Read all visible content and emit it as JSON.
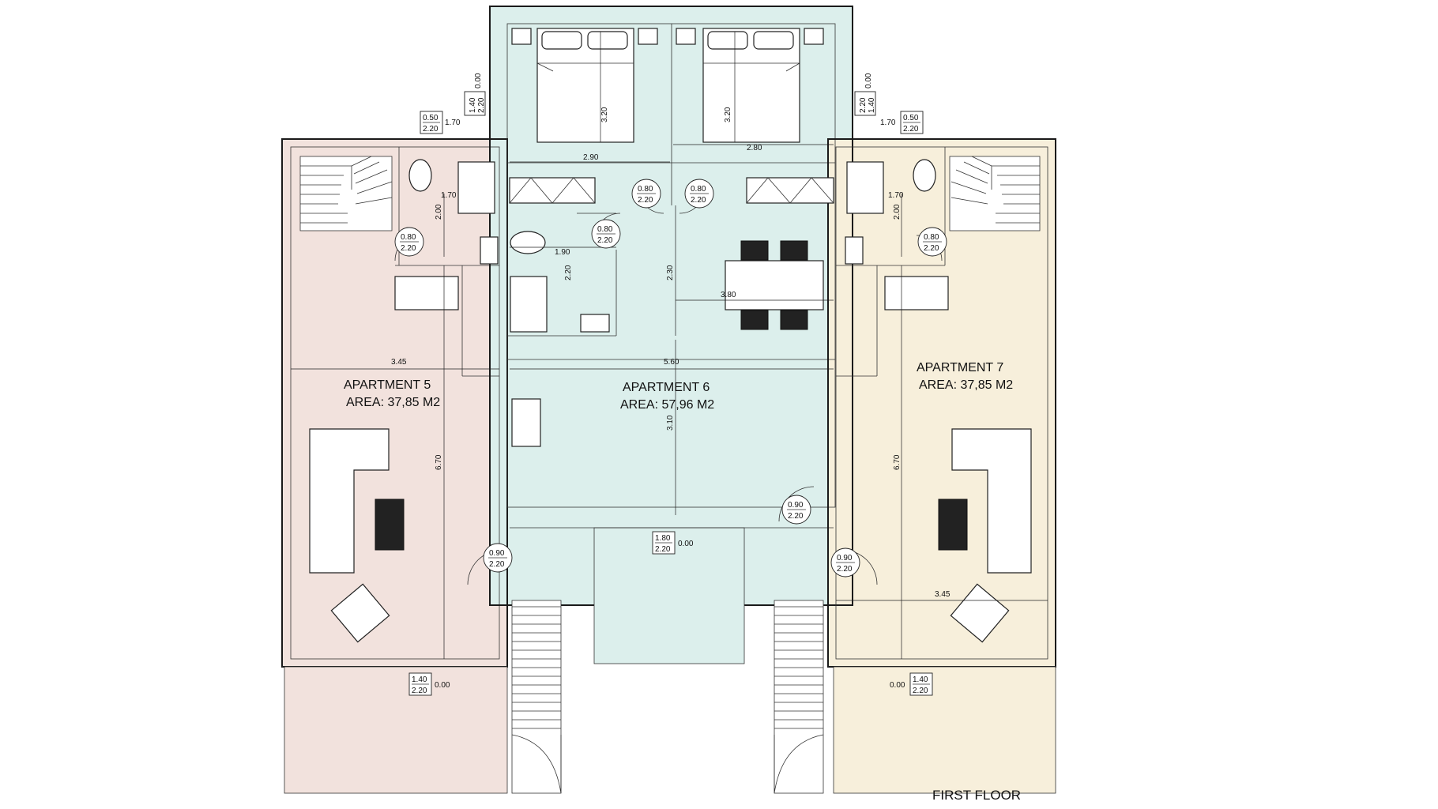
{
  "floor_label": "FIRST FLOOR",
  "apartments": [
    {
      "name": "APARTMENT 5",
      "area": "AREA: 37,85 M2",
      "fill": "#f2e2dd"
    },
    {
      "name": "APARTMENT 6",
      "area": "AREA: 57,96 M2",
      "fill": "#dcefec"
    },
    {
      "name": "APARTMENT 7",
      "area": "AREA: 37,85 M2",
      "fill": "#f7efdb"
    }
  ],
  "dimensions": [
    {
      "text": "3.20"
    },
    {
      "text": "3.20"
    },
    {
      "text": "2.90"
    },
    {
      "text": "2.80"
    },
    {
      "text": "1.70"
    },
    {
      "text": "1.70"
    },
    {
      "text": "2.00"
    },
    {
      "text": "2.00"
    },
    {
      "text": "1.90"
    },
    {
      "text": "2.20"
    },
    {
      "text": "2.30"
    },
    {
      "text": "3.80"
    },
    {
      "text": "3.45"
    },
    {
      "text": "5.60"
    },
    {
      "text": "3.10"
    },
    {
      "text": "6.70"
    },
    {
      "text": "6.70"
    },
    {
      "text": "3.45"
    }
  ],
  "door_tags": [
    {
      "top": "0.80",
      "bottom": "2.20"
    },
    {
      "top": "0.80",
      "bottom": "2.20"
    },
    {
      "top": "0.80",
      "bottom": "2.20"
    },
    {
      "top": "0.80",
      "bottom": "2.20"
    },
    {
      "top": "0.80",
      "bottom": "2.20"
    },
    {
      "top": "0.90",
      "bottom": "2.20"
    },
    {
      "top": "0.90",
      "bottom": "2.20"
    },
    {
      "top": "0.90",
      "bottom": "2.20"
    }
  ],
  "window_tags": [
    {
      "top": "0.50",
      "bottom": "2.20",
      "side": "1.70"
    },
    {
      "top": "1.40",
      "bottom": "2.20",
      "side": "0.00"
    },
    {
      "top": "2.20",
      "bottom": "1.40",
      "side": "0.00"
    },
    {
      "top": "0.50",
      "bottom": "2.20",
      "side": "1.70"
    },
    {
      "top": "1.80",
      "bottom": "2.20",
      "side": "0.00"
    },
    {
      "top": "1.40",
      "bottom": "2.20",
      "side": "0.00"
    },
    {
      "top": "1.40",
      "bottom": "2.20",
      "side": "0.00"
    }
  ]
}
